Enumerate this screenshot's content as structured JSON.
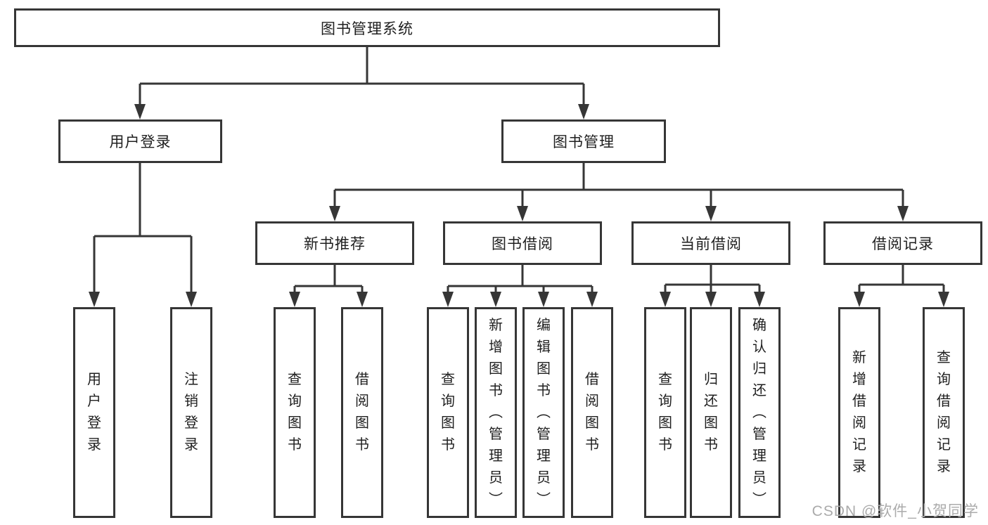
{
  "root": {
    "label": "图书管理系统"
  },
  "branches": [
    {
      "label": "用户登录",
      "leaves": [
        "用户登录",
        "注销登录"
      ]
    },
    {
      "label": "图书管理"
    }
  ],
  "sections": [
    {
      "label": "新书推荐",
      "leaves": [
        "查询图书",
        "借阅图书"
      ]
    },
    {
      "label": "图书借阅",
      "leaves": [
        "查询图书",
        "新增图书（管理员）",
        "编辑图书（管理员）",
        "借阅图书"
      ]
    },
    {
      "label": "当前借阅",
      "leaves": [
        "查询图书",
        "归还图书",
        "确认归还（管理员）"
      ]
    },
    {
      "label": "借阅记录",
      "leaves": [
        "新增借阅记录",
        "查询借阅记录"
      ]
    }
  ],
  "watermark": {
    "text": "CSDN @软件_小贺同学"
  },
  "colors": {
    "line": "#363636",
    "text": "#1f1f1f",
    "watermark": "#ababab",
    "background": "#ffffff"
  }
}
